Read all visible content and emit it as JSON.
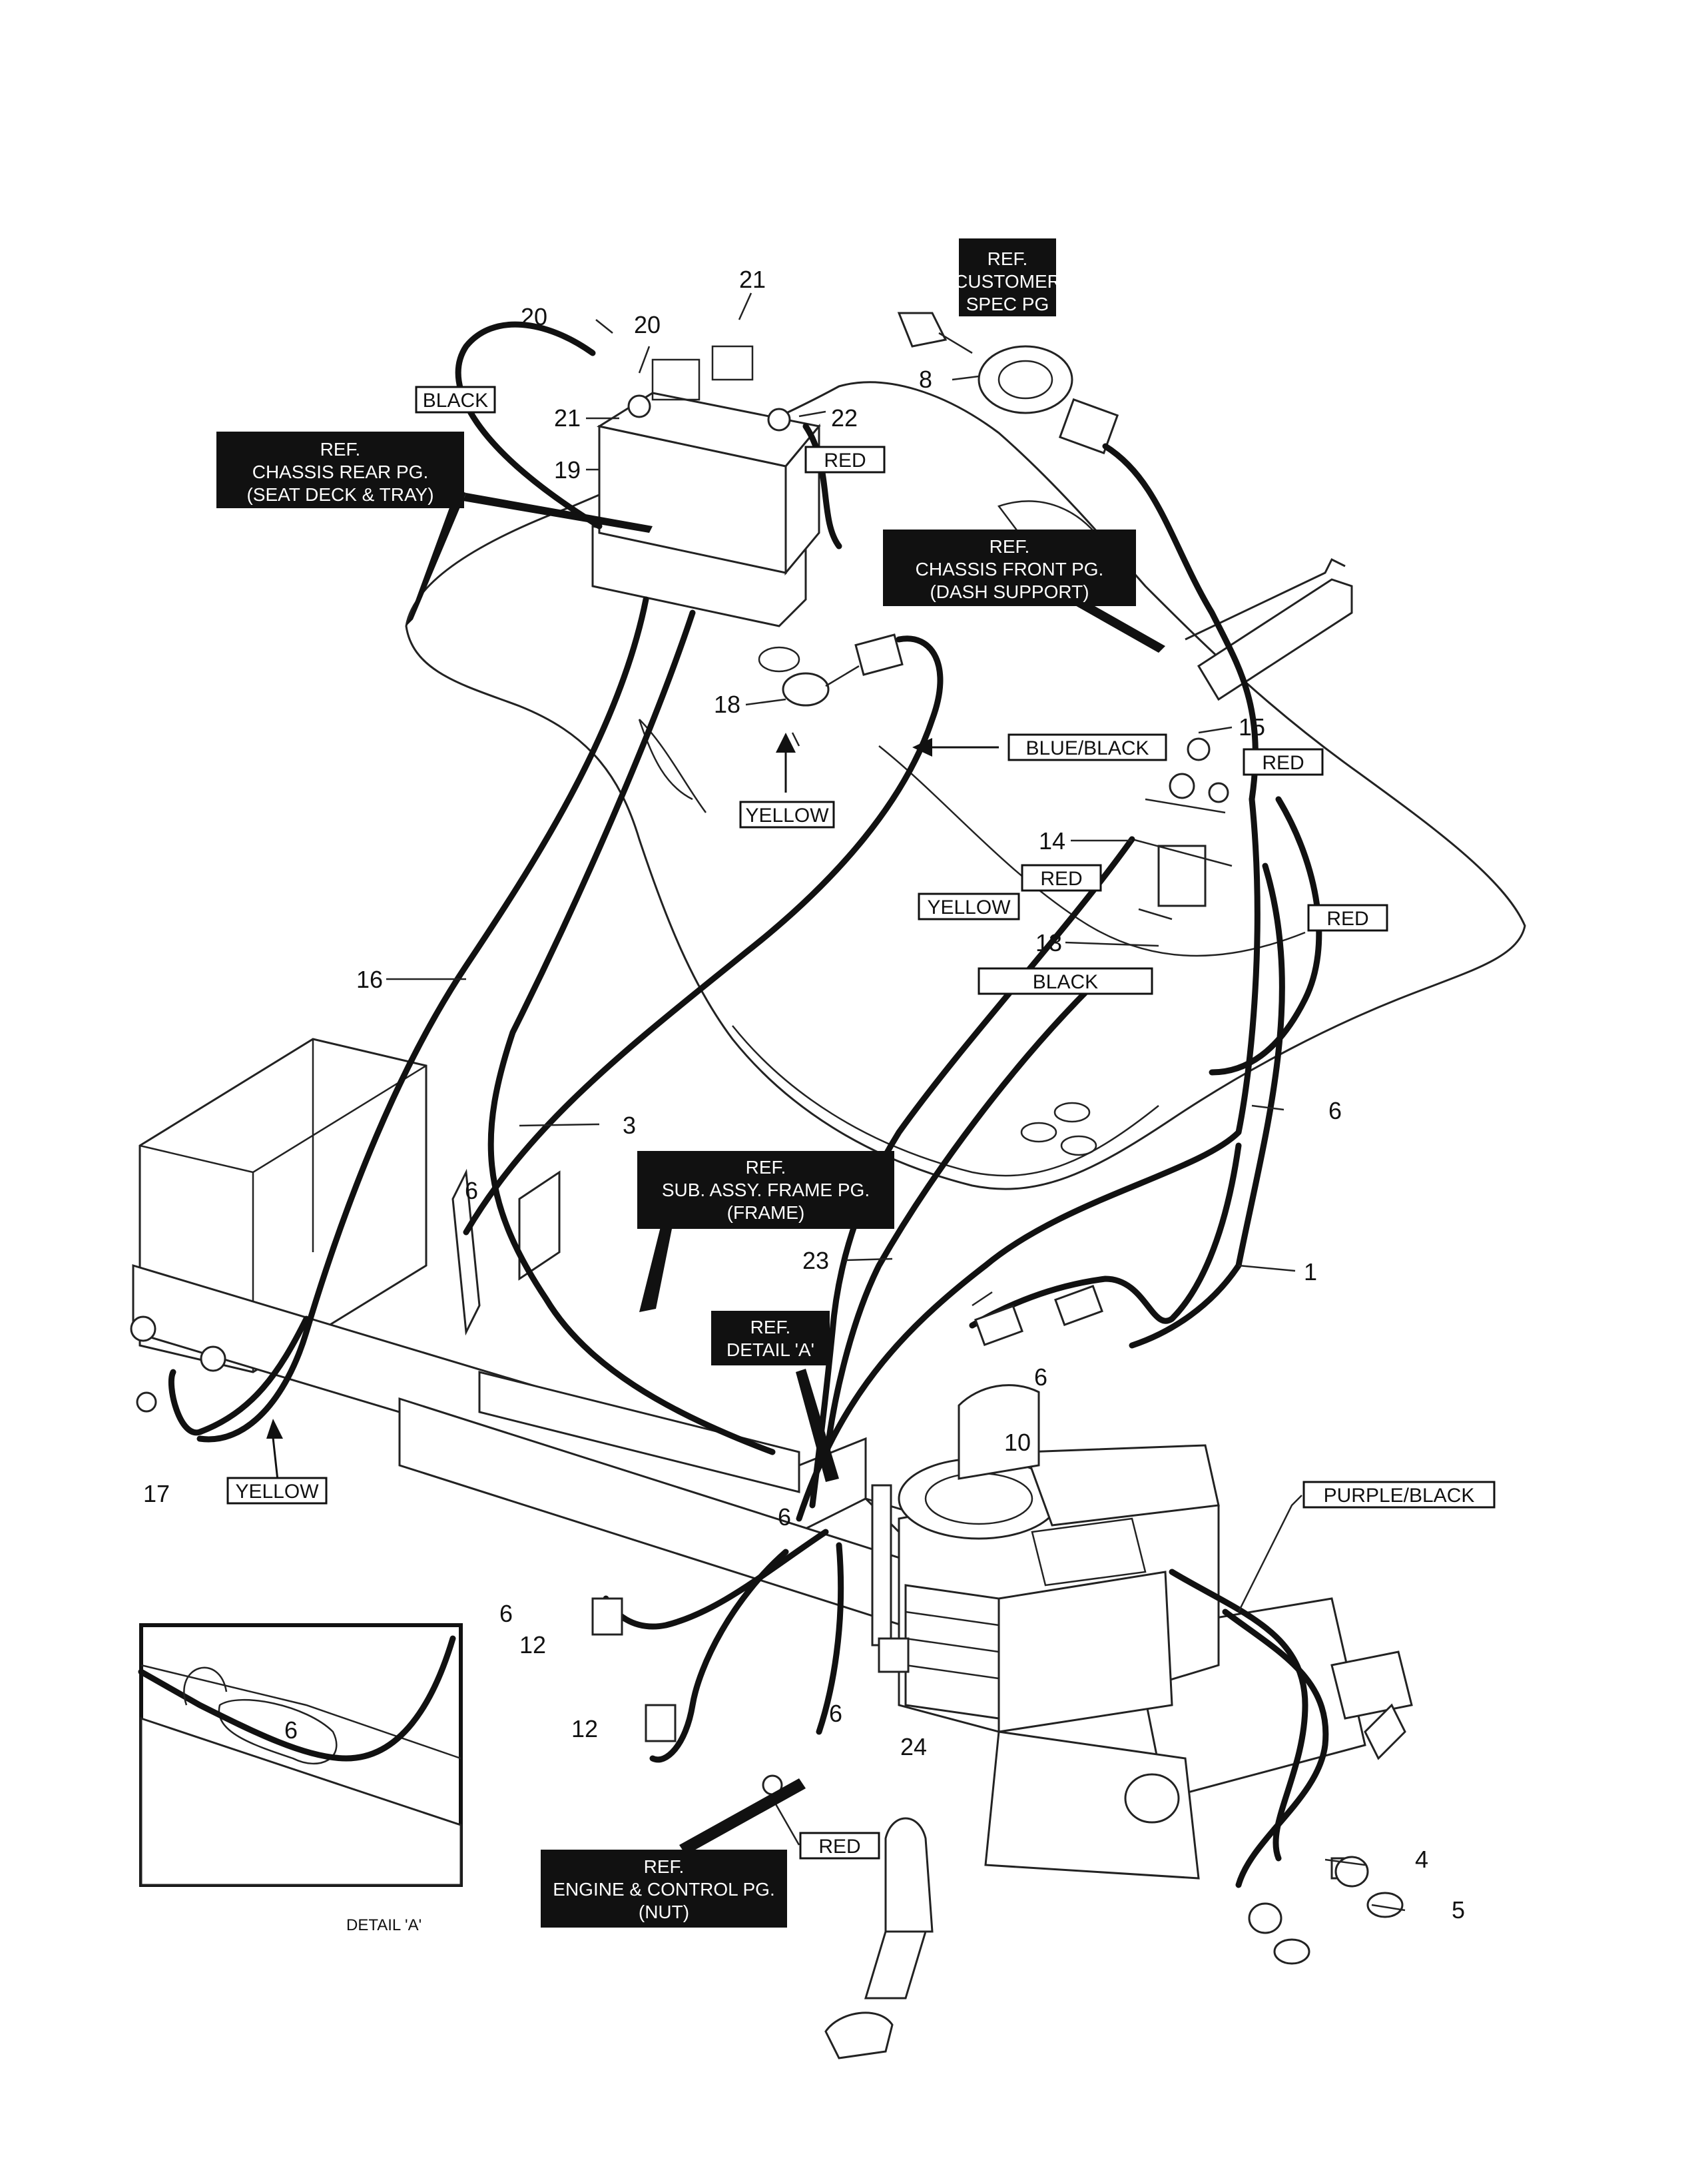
{
  "ref_boxes": [
    {
      "id": "customer-spec",
      "lines": [
        "REF.",
        "CUSTOMER",
        "SPEC PG"
      ]
    },
    {
      "id": "chassis-rear",
      "lines": [
        "REF.",
        "CHASSIS REAR PG.",
        "(SEAT DECK & TRAY)"
      ]
    },
    {
      "id": "chassis-front",
      "lines": [
        "REF.",
        "CHASSIS FRONT PG.",
        "(DASH SUPPORT)"
      ]
    },
    {
      "id": "sub-assy-frame",
      "lines": [
        "REF.",
        "SUB. ASSY. FRAME PG.",
        "(FRAME)"
      ]
    },
    {
      "id": "detail-a-ref",
      "lines": [
        "REF.",
        "DETAIL 'A'"
      ]
    },
    {
      "id": "engine-control",
      "lines": [
        "REF.",
        "ENGINE & CONTROL PG.",
        "(NUT)"
      ]
    }
  ],
  "wire_labels": {
    "black_top": "BLACK",
    "red_battery": "RED",
    "blue_black": "BLUE/BLACK",
    "yellow_seat": "YELLOW",
    "red_15": "RED",
    "red_14": "RED",
    "yellow_solenoid": "YELLOW",
    "red_right": "RED",
    "black_solenoid": "BLACK",
    "yellow_frame": "YELLOW",
    "purple_black": "PURPLE/BLACK",
    "red_bottom": "RED"
  },
  "part_numbers": {
    "p20a": "20",
    "p20b": "20",
    "p21a": "21",
    "p21b": "21",
    "p22": "22",
    "p19": "19",
    "p8": "8",
    "p18": "18",
    "p15": "15",
    "p14": "14",
    "p13": "13",
    "p16": "16",
    "p3": "3",
    "p6a": "6",
    "p6b": "6",
    "p6c": "6",
    "p6d": "6",
    "p6e": "6",
    "p6f": "6",
    "p6g": "6",
    "p23": "23",
    "p1": "1",
    "p10": "10",
    "p17": "17",
    "p12a": "12",
    "p12b": "12",
    "p24": "24",
    "p4": "4",
    "p5": "5"
  },
  "detail_caption": "DETAIL 'A'",
  "colors": {
    "line": "#111111",
    "label_box_fill": "#111111",
    "label_text": "#ffffff",
    "background": "#ffffff"
  }
}
